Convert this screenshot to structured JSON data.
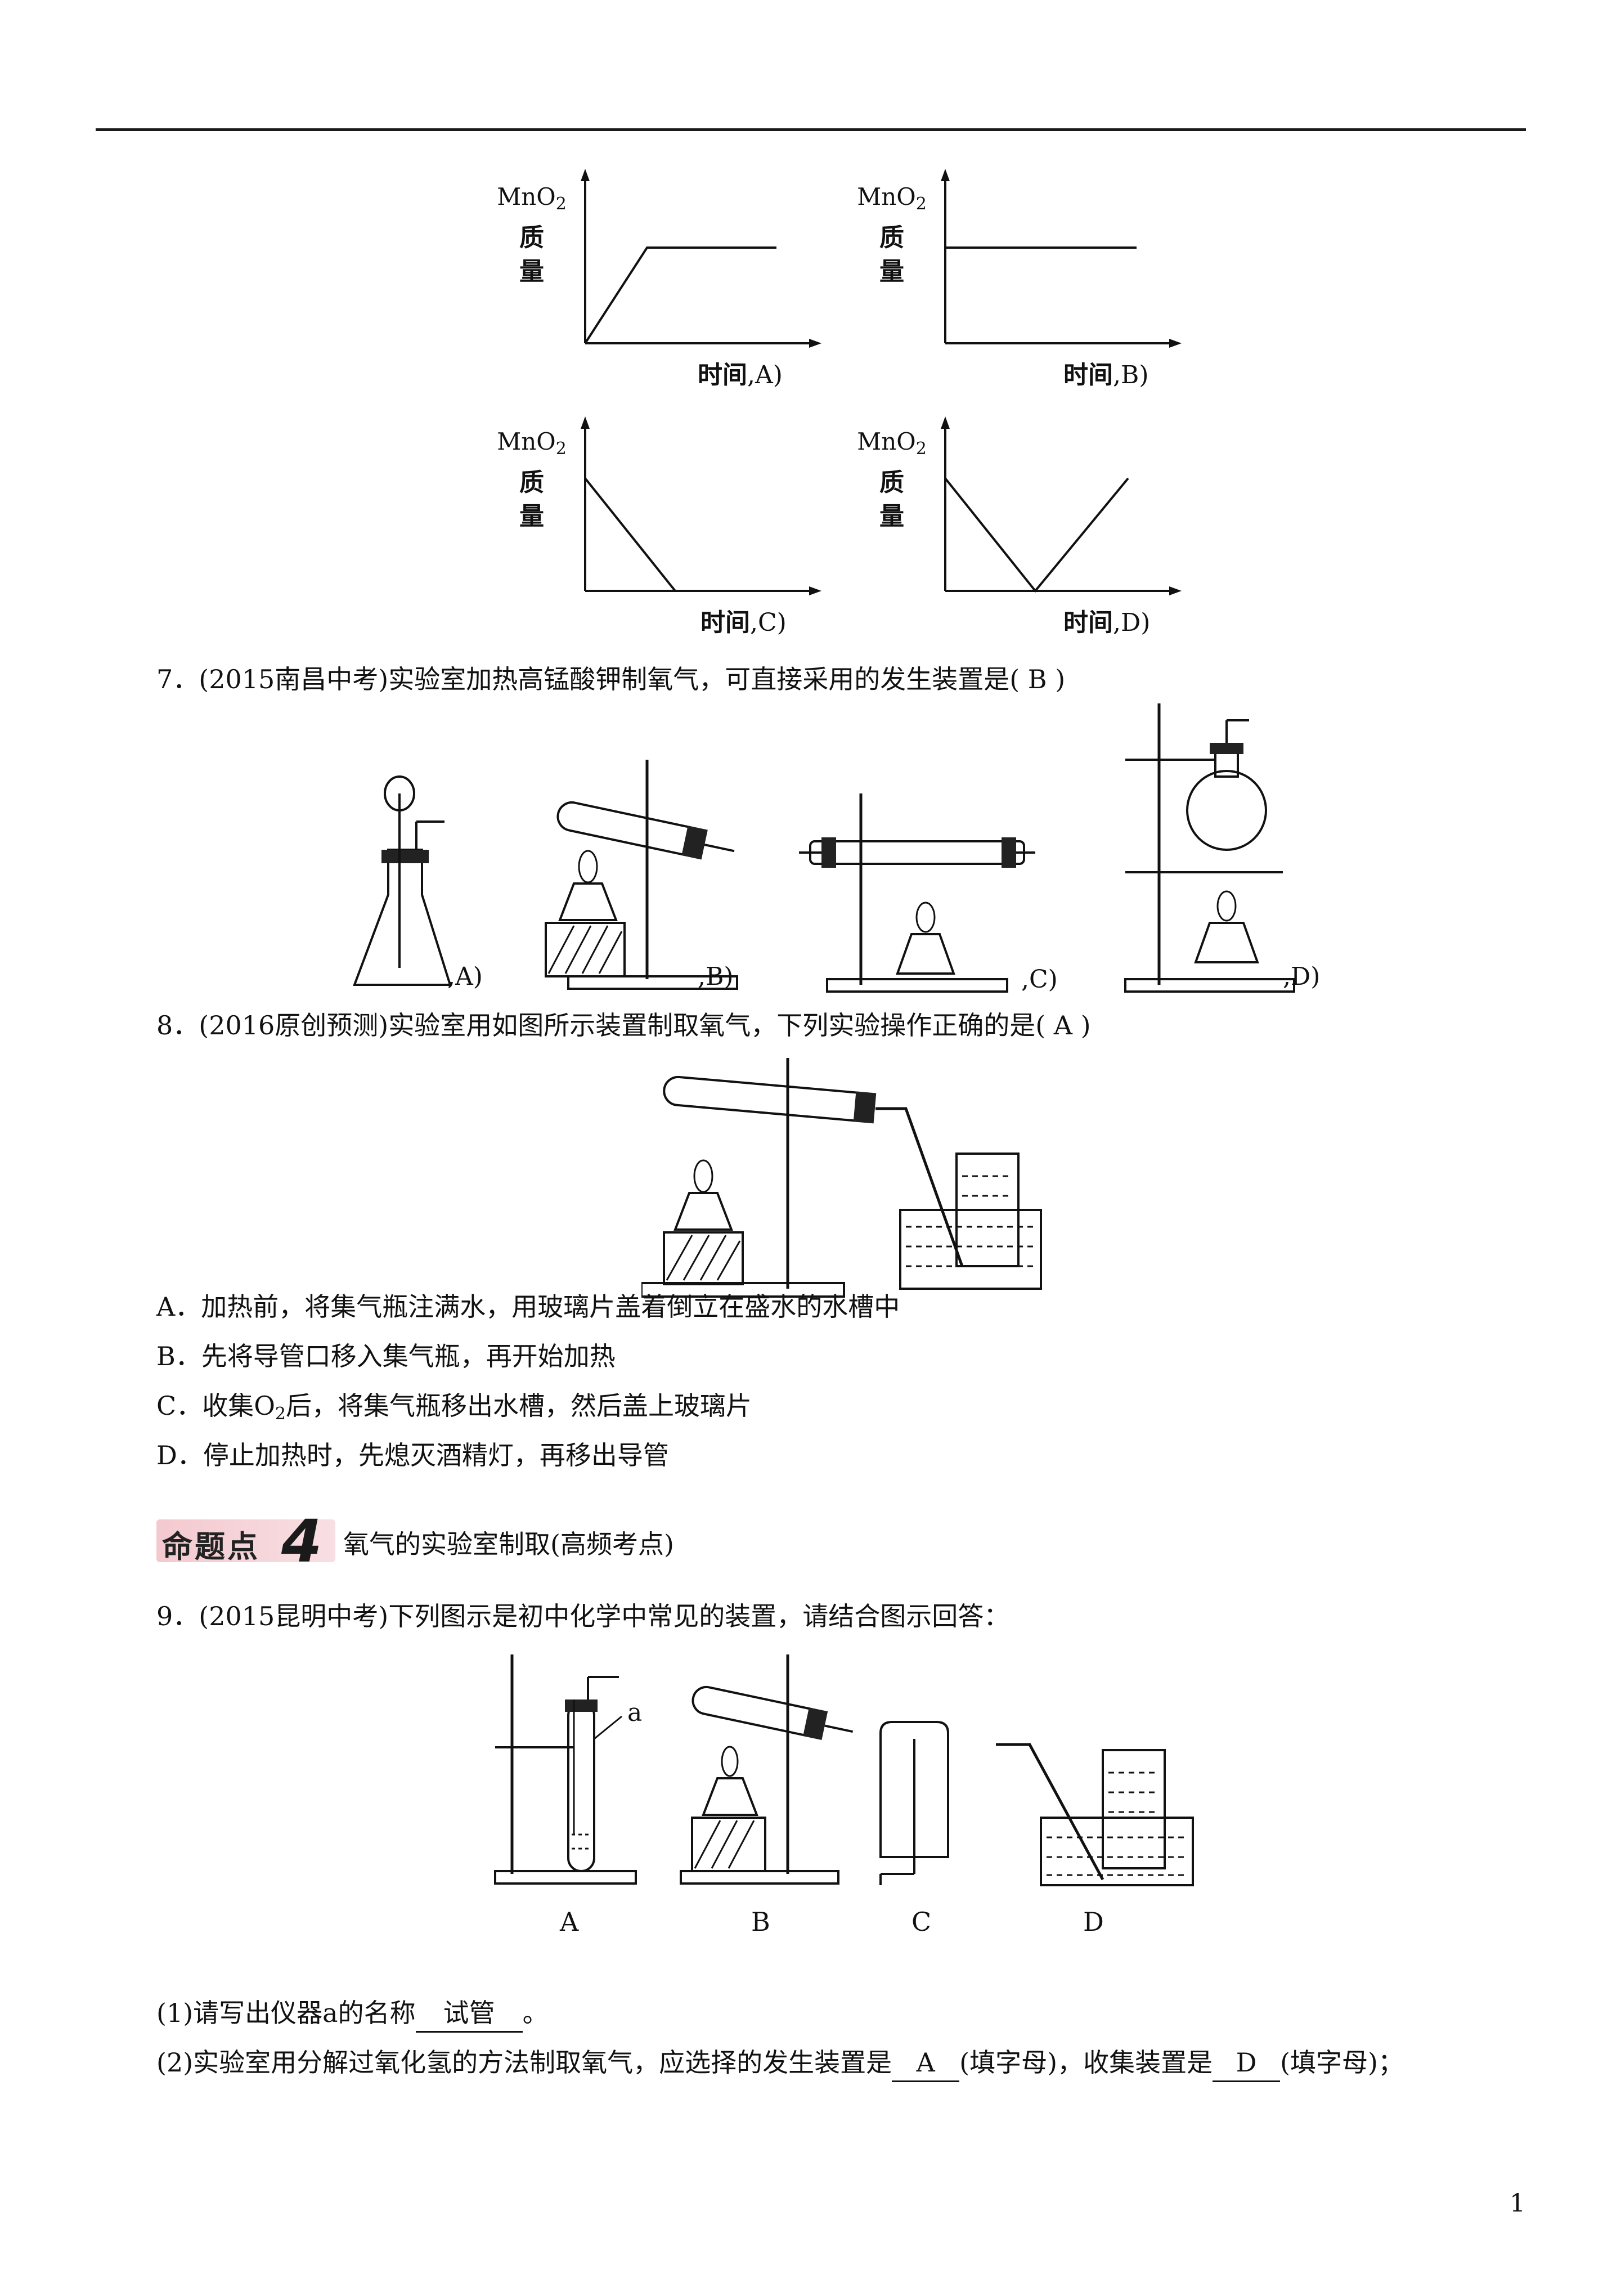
{
  "graphs": {
    "y_label_mno2": "MnO",
    "y_label_mno2_sub": "2",
    "y_label_zhi": "质",
    "y_label_liang": "量",
    "x_label": "时间",
    "captions": [
      ",A)",
      ",B)",
      ",C)",
      ",D)"
    ],
    "chart_data": [
      {
        "type": "line",
        "title": "A",
        "xlabel": "时间",
        "ylabel": "MnO2质量",
        "series": [
          {
            "x": [
              0,
              1,
              3
            ],
            "y": [
              0,
              1,
              1
            ]
          }
        ]
      },
      {
        "type": "line",
        "title": "B",
        "xlabel": "时间",
        "ylabel": "MnO2质量",
        "series": [
          {
            "x": [
              0,
              3
            ],
            "y": [
              1,
              1
            ]
          }
        ]
      },
      {
        "type": "line",
        "title": "C",
        "xlabel": "时间",
        "ylabel": "MnO2质量",
        "series": [
          {
            "x": [
              0,
              2
            ],
            "y": [
              1,
              0
            ]
          }
        ]
      },
      {
        "type": "line",
        "title": "D",
        "xlabel": "时间",
        "ylabel": "MnO2质量",
        "series": [
          {
            "x": [
              0,
              2,
              4
            ],
            "y": [
              1,
              0,
              1
            ]
          }
        ]
      }
    ]
  },
  "q7": {
    "text": "7．(2015南昌中考)实验室加热高锰酸钾制氧气，可直接采用的发生装置是( B )",
    "captions": [
      ",A)",
      ",B)",
      ",C)",
      ",D)"
    ]
  },
  "q8": {
    "text": "8．(2016原创预测)实验室用如图所示装置制取氧气，下列实验操作正确的是( A )",
    "options": [
      "A．加热前，将集气瓶注满水，用玻璃片盖着倒立在盛水的水槽中",
      "B．先将导管口移入集气瓶，再开始加热",
      "C．收集O",
      "D．停止加热时，先熄灭酒精灯，再移出导管"
    ],
    "option_c_sub": "2",
    "option_c_rest": "后，将集气瓶移出水槽，然后盖上玻璃片"
  },
  "section": {
    "badge_text": "命题点",
    "badge_num": "4",
    "title": "氧气的实验室制取(高频考点)"
  },
  "q9": {
    "text": "9．(2015昆明中考)下列图示是初中化学中常见的装置，请结合图示回答：",
    "label_a": "a",
    "captions": [
      "A",
      "B",
      "C",
      "D"
    ],
    "sub1_prefix": "(1)请写出仪器a的名称",
    "sub1_answer": "试管",
    "sub1_suffix": "。",
    "sub2_prefix": "(2)实验室用分解过氧化氢的方法制取氧气，应选择的发生装置是",
    "sub2_answer1": "A",
    "sub2_mid": "(填字母)，收集装置是",
    "sub2_answer2": "D",
    "sub2_suffix": "(填字母)；"
  },
  "page_number": "1"
}
